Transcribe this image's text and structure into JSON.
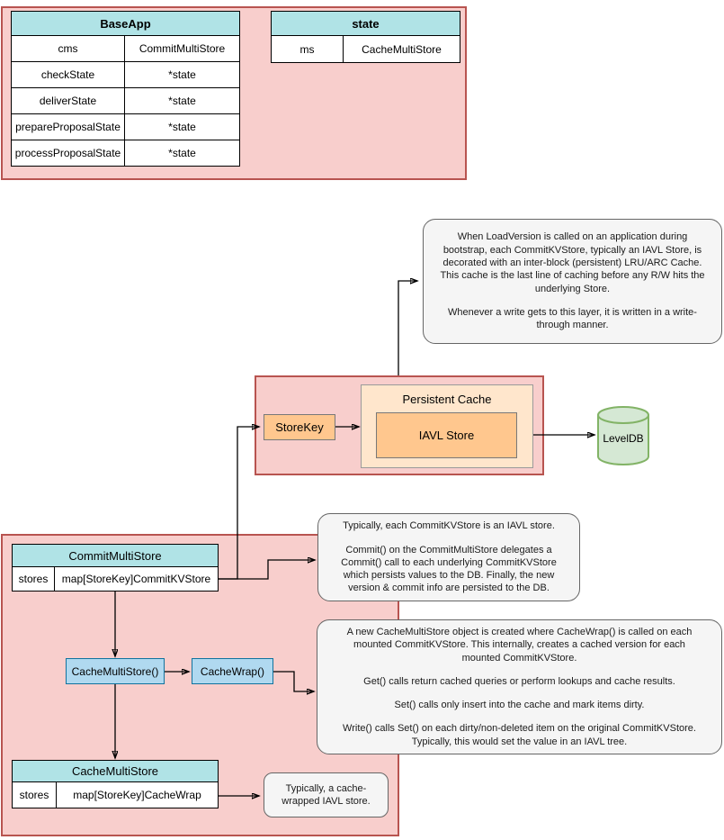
{
  "diagram": {
    "baseapp_table": {
      "title": "BaseApp",
      "rows": [
        {
          "key": "cms",
          "value": "CommitMultiStore"
        },
        {
          "key": "checkState",
          "value": "*state"
        },
        {
          "key": "deliverState",
          "value": "*state"
        },
        {
          "key": "prepareProposalState",
          "value": "*state"
        },
        {
          "key": "processProposalState",
          "value": "*state"
        }
      ]
    },
    "state_table": {
      "title": "state",
      "rows": [
        {
          "key": "ms",
          "value": "CacheMultiStore"
        }
      ]
    },
    "persistent_cache_group": {
      "storekey_label": "StoreKey",
      "title": "Persistent Cache",
      "iavl_store_label": "IAVL Store"
    },
    "leveldb_label": "LevelDB",
    "commit_multistore_table": {
      "title": "CommitMultiStore",
      "rows": [
        {
          "key": "stores",
          "value": "map[StoreKey]CommitKVStore"
        }
      ]
    },
    "cache_multistore_fn_label": "CacheMultiStore()",
    "cache_wrap_fn_label": "CacheWrap()",
    "cache_multistore_table": {
      "title": "CacheMultiStore",
      "rows": [
        {
          "key": "stores",
          "value": "map[StoreKey]CacheWrap"
        }
      ]
    },
    "notes": {
      "load_version": {
        "p1": "When LoadVersion is called on an application during bootstrap, each CommitKVStore, typically an IAVL Store, is decorated with an inter-block (persistent) LRU/ARC Cache. This cache is the last line of caching before any R/W hits the underlying Store.",
        "p2": "Whenever a write gets to this layer, it is written in a write-through manner."
      },
      "commit_delegation": {
        "p1": "Typically, each CommitKVStore is an IAVL store.",
        "p2": "Commit() on the CommitMultiStore delegates a Commit() call to each underlying CommitKVStore which persists values to the DB. Finally, the new version & commit info are persisted to the DB."
      },
      "cache_behavior": {
        "p1": "A new CacheMultiStore object is created where CacheWrap() is called on each mounted CommitKVStore. This internally, creates a cached version for each mounted CommitKVStore.",
        "p2": "Get() calls return cached queries or perform lookups and cache results.",
        "p3": "Set() calls only insert into the cache and mark items dirty.",
        "p4": "Write() calls Set() on each dirty/non-deleted item on the original CommitKVStore. Typically, this would set the value in an IAVL tree."
      },
      "cache_wrapped": {
        "p1": "Typically, a cache-wrapped IAVL store."
      }
    },
    "colors": {
      "container_fill": "#f8cecc",
      "container_stroke": "#b85450",
      "table_header_fill": "#b0e3e6",
      "orange_fill": "#ffc78e",
      "orange_light_fill": "#ffe6cc",
      "blue_fill": "#b0d9f0",
      "blue_stroke": "#10739e",
      "green_fill": "#d5e8d4",
      "green_stroke": "#82b366",
      "note_fill": "#f5f5f5"
    }
  }
}
